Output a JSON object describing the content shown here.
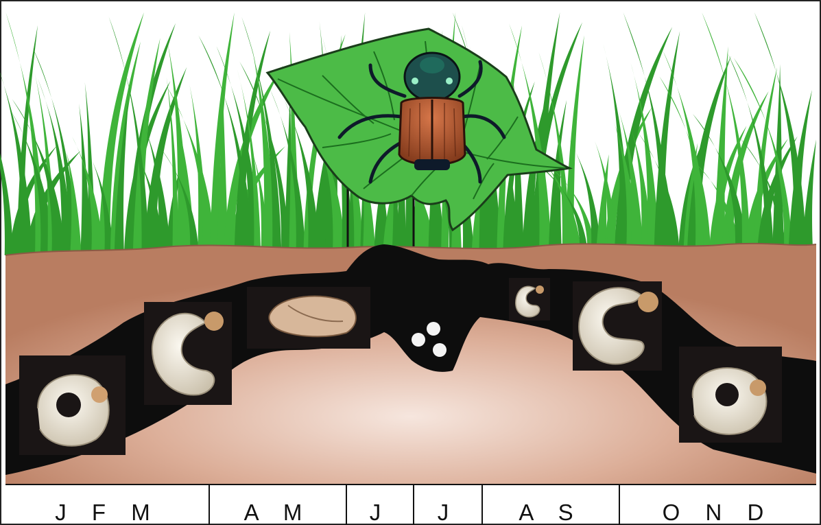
{
  "colors": {
    "sky": "#ffffff",
    "grass": "#3fb43a",
    "grass_dark": "#2e9a2c",
    "soil": "#c0866a",
    "soil_light": "#f2dfd6",
    "tunnel": "#0d0d0d",
    "leaf": "#4cbb47",
    "leaf_vein": "#1b6e1e",
    "beetle_wing": "#b4562e",
    "beetle_head": "#1d5f52",
    "grub": "#ece6d8",
    "egg": "#f4f4f4"
  },
  "icons": {
    "adult": "japanese-beetle-icon",
    "leaf": "leaf-icon",
    "grub": "grub-icon",
    "pupa": "pupa-icon",
    "eggs": "egg-icon"
  },
  "months": [
    {
      "label": "J F M"
    },
    {
      "label": "A M"
    },
    {
      "label": "J"
    },
    {
      "label": "J"
    },
    {
      "label": "A S"
    },
    {
      "label": "O N D"
    }
  ]
}
